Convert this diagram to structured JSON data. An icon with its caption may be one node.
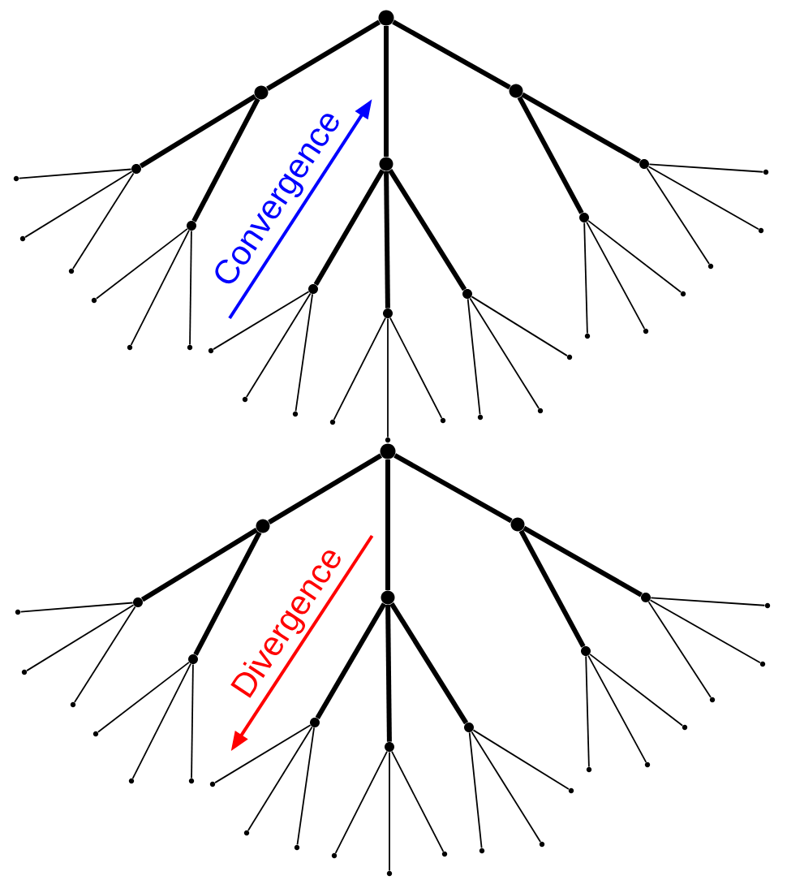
{
  "diagram": {
    "nodes": [
      {
        "text": [],
        "shape": "circle"
      },
      {
        "text": [],
        "shape": "circle"
      },
      {
        "text": [],
        "shape": "circle"
      },
      {
        "text": [],
        "shape": "circle"
      },
      {
        "text": [],
        "shape": "circle"
      },
      {
        "text": [],
        "shape": "circle"
      },
      {
        "text": [],
        "shape": "circle"
      },
      {
        "text": [],
        "shape": "circle"
      },
      {
        "text": [],
        "shape": "circle"
      },
      {
        "text": [],
        "shape": "circle"
      },
      {
        "text": [],
        "shape": "circle"
      },
      {
        "text": [],
        "shape": "circle"
      },
      {
        "text": [],
        "shape": "circle"
      },
      {
        "text": [],
        "shape": "circle"
      },
      {
        "text": [],
        "shape": "circle"
      },
      {
        "text": [],
        "shape": "circle"
      },
      {
        "text": [],
        "shape": "circle"
      },
      {
        "text": [],
        "shape": "circle"
      },
      {
        "text": [],
        "shape": "circle"
      },
      {
        "text": [],
        "shape": "circle"
      },
      {
        "text": [],
        "shape": "circle"
      },
      {
        "text": [],
        "shape": "circle"
      },
      {
        "text": [],
        "shape": "circle"
      },
      {
        "text": [],
        "shape": "circle"
      },
      {
        "text": [],
        "shape": "circle"
      },
      {
        "text": [],
        "shape": "circle"
      },
      {
        "text": [],
        "shape": "circle"
      },
      {
        "text": [],
        "shape": "circle"
      },
      {
        "text": [],
        "shape": "circle"
      },
      {
        "text": [],
        "shape": "circle"
      },
      {
        "text": [],
        "shape": "circle"
      },
      {
        "text": [],
        "shape": "circle"
      },
      {
        "text": [],
        "shape": "circle"
      },
      {
        "text": [],
        "shape": "circle"
      },
      {
        "text": [],
        "shape": "circle"
      },
      {
        "text": [],
        "shape": "circle"
      },
      {
        "text": [],
        "shape": "circle"
      },
      {
        "text": [],
        "shape": "circle"
      },
      {
        "text": [],
        "shape": "circle"
      },
      {
        "text": [],
        "shape": "circle"
      },
      {
        "text": [],
        "shape": "circle"
      },
      {
        "text": [],
        "shape": "circle"
      },
      {
        "text": [],
        "shape": "circle"
      },
      {
        "text": [],
        "shape": "circle"
      },
      {
        "text": [],
        "shape": "circle"
      },
      {
        "text": [],
        "shape": "circle"
      },
      {
        "text": [],
        "shape": "circle"
      },
      {
        "text": [],
        "shape": "circle"
      },
      {
        "text": [],
        "shape": "circle"
      },
      {
        "text": [],
        "shape": "circle"
      },
      {
        "text": [],
        "shape": "circle"
      },
      {
        "text": [],
        "shape": "circle"
      },
      {
        "text": [],
        "shape": "circle"
      },
      {
        "text": [],
        "shape": "circle"
      },
      {
        "text": [],
        "shape": "circle"
      },
      {
        "text": [],
        "shape": "circle"
      },
      {
        "text": [],
        "shape": "circle"
      },
      {
        "text": [],
        "shape": "circle"
      },
      {
        "text": [],
        "shape": "circle"
      },
      {
        "text": [],
        "shape": "circle"
      },
      {
        "text": [],
        "shape": "circle"
      },
      {
        "text": [],
        "shape": "circle"
      },
      {
        "text": [],
        "shape": "circle"
      },
      {
        "text": [],
        "shape": "circle"
      }
    ],
    "edges": [
      {
        "from": 0,
        "to": 1,
        "arrow": "none",
        "style": "thick"
      },
      {
        "from": 0,
        "to": 2,
        "arrow": "none",
        "style": "thick"
      },
      {
        "from": 0,
        "to": 3,
        "arrow": "none",
        "style": "thick"
      },
      {
        "from": 1,
        "to": 4,
        "arrow": "none",
        "style": "thick"
      },
      {
        "from": 1,
        "to": 5,
        "arrow": "none",
        "style": "thick"
      },
      {
        "from": 2,
        "to": 6,
        "arrow": "none",
        "style": "thick"
      },
      {
        "from": 2,
        "to": 7,
        "arrow": "none",
        "style": "thick"
      },
      {
        "from": 2,
        "to": 8,
        "arrow": "none",
        "style": "thick"
      },
      {
        "from": 3,
        "to": 9,
        "arrow": "none",
        "style": "thick"
      },
      {
        "from": 3,
        "to": 10,
        "arrow": "none",
        "style": "thick"
      },
      {
        "from": 4,
        "to": 11,
        "arrow": "none"
      },
      {
        "from": 4,
        "to": 12,
        "arrow": "none"
      },
      {
        "from": 4,
        "to": 13,
        "arrow": "none"
      },
      {
        "from": 5,
        "to": 14,
        "arrow": "none"
      },
      {
        "from": 5,
        "to": 15,
        "arrow": "none"
      },
      {
        "from": 5,
        "to": 16,
        "arrow": "none"
      },
      {
        "from": 6,
        "to": 17,
        "arrow": "none"
      },
      {
        "from": 6,
        "to": 18,
        "arrow": "none"
      },
      {
        "from": 6,
        "to": 19,
        "arrow": "none"
      },
      {
        "from": 7,
        "to": 20,
        "arrow": "none"
      },
      {
        "from": 7,
        "to": 21,
        "arrow": "none"
      },
      {
        "from": 7,
        "to": 22,
        "arrow": "none"
      },
      {
        "from": 8,
        "to": 23,
        "arrow": "none"
      },
      {
        "from": 8,
        "to": 24,
        "arrow": "none"
      },
      {
        "from": 8,
        "to": 25,
        "arrow": "none"
      },
      {
        "from": 9,
        "to": 26,
        "arrow": "none"
      },
      {
        "from": 9,
        "to": 27,
        "arrow": "none"
      },
      {
        "from": 9,
        "to": 28,
        "arrow": "none"
      },
      {
        "from": 10,
        "to": 29,
        "arrow": "none"
      },
      {
        "from": 10,
        "to": 30,
        "arrow": "none"
      },
      {
        "from": 10,
        "to": 31,
        "arrow": "none"
      },
      {
        "from": 32,
        "to": 33,
        "arrow": "none",
        "style": "thick"
      },
      {
        "from": 32,
        "to": 34,
        "arrow": "none",
        "style": "thick"
      },
      {
        "from": 32,
        "to": 35,
        "arrow": "none",
        "style": "thick"
      },
      {
        "from": 33,
        "to": 36,
        "arrow": "none",
        "style": "thick"
      },
      {
        "from": 33,
        "to": 37,
        "arrow": "none",
        "style": "thick"
      },
      {
        "from": 34,
        "to": 38,
        "arrow": "none",
        "style": "thick"
      },
      {
        "from": 34,
        "to": 39,
        "arrow": "none",
        "style": "thick"
      },
      {
        "from": 34,
        "to": 40,
        "arrow": "none",
        "style": "thick"
      },
      {
        "from": 35,
        "to": 41,
        "arrow": "none",
        "style": "thick"
      },
      {
        "from": 35,
        "to": 42,
        "arrow": "none",
        "style": "thick"
      },
      {
        "from": 36,
        "to": 43,
        "arrow": "none"
      },
      {
        "from": 36,
        "to": 44,
        "arrow": "none"
      },
      {
        "from": 36,
        "to": 45,
        "arrow": "none"
      },
      {
        "from": 37,
        "to": 46,
        "arrow": "none"
      },
      {
        "from": 37,
        "to": 47,
        "arrow": "none"
      },
      {
        "from": 37,
        "to": 48,
        "arrow": "none"
      },
      {
        "from": 38,
        "to": 49,
        "arrow": "none"
      },
      {
        "from": 38,
        "to": 50,
        "arrow": "none"
      },
      {
        "from": 38,
        "to": 51,
        "arrow": "none"
      },
      {
        "from": 39,
        "to": 52,
        "arrow": "none"
      },
      {
        "from": 39,
        "to": 53,
        "arrow": "none"
      },
      {
        "from": 39,
        "to": 54,
        "arrow": "none"
      },
      {
        "from": 40,
        "to": 55,
        "arrow": "none"
      },
      {
        "from": 40,
        "to": 56,
        "arrow": "none"
      },
      {
        "from": 40,
        "to": 57,
        "arrow": "none"
      },
      {
        "from": 41,
        "to": 58,
        "arrow": "none"
      },
      {
        "from": 41,
        "to": 59,
        "arrow": "none"
      },
      {
        "from": 41,
        "to": 60,
        "arrow": "none"
      },
      {
        "from": 42,
        "to": 61,
        "arrow": "none"
      },
      {
        "from": 42,
        "to": 62,
        "arrow": "none"
      },
      {
        "from": 42,
        "to": 63,
        "arrow": "none"
      }
    ],
    "labels": [
      "Convergence",
      "Divergence"
    ]
  }
}
